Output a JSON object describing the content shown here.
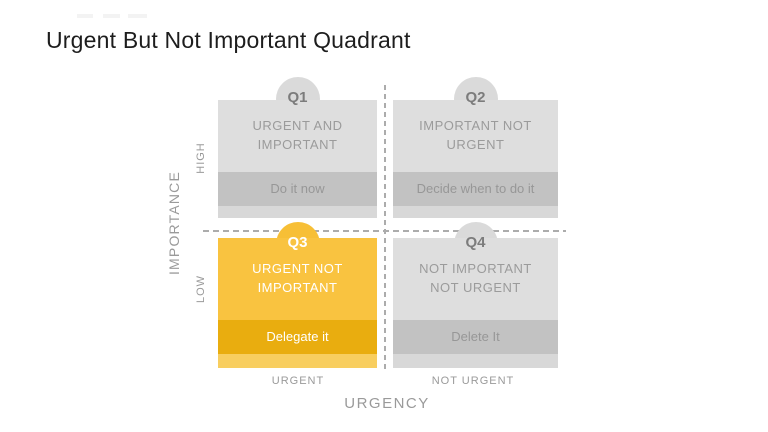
{
  "title": "Urgent But Not Important Quadrant",
  "matrix": {
    "quadrants": [
      {
        "id": "Q1",
        "label": "Q1",
        "body": "URGENT AND IMPORTANT",
        "action": "Do it now",
        "theme": "gray"
      },
      {
        "id": "Q2",
        "label": "Q2",
        "body": "IMPORTANT NOT URGENT",
        "action": "Decide when to do it",
        "theme": "gray"
      },
      {
        "id": "Q3",
        "label": "Q3",
        "body": "URGENT NOT IMPORTANT",
        "action": "Delegate it",
        "theme": "yellow"
      },
      {
        "id": "Q4",
        "label": "Q4",
        "body": "NOT IMPORTANT NOT URGENT",
        "action": "Delete It",
        "theme": "gray"
      }
    ],
    "axes": {
      "y": {
        "label": "IMPORTANCE",
        "high": "HIGH",
        "low": "LOW"
      },
      "x": {
        "label": "URGENCY",
        "left": "URGENT",
        "right": "NOT URGENT"
      }
    }
  },
  "colors": {
    "highlight_yellow": "#F9C340",
    "highlight_yellow_dark": "#E9AD0F",
    "highlight_yellow_light": "#F8CE5F",
    "quadrant_gray": "#DEDEDE",
    "quadrant_gray_dark": "#C2C2C2",
    "quadrant_gray_light": "#D8D8D8",
    "label_text_gray": "#9B9B9B",
    "dashed_line_gray": "#ACACAC",
    "title_text": "#1D1D1D"
  }
}
